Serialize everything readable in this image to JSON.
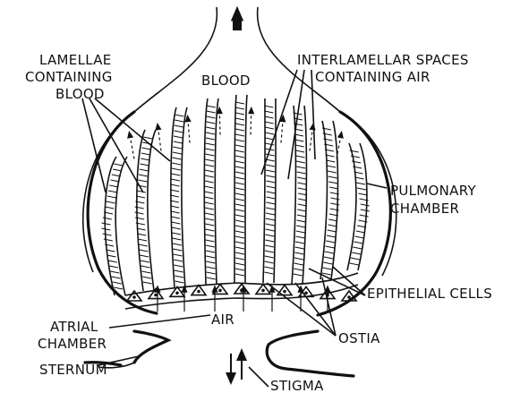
{
  "labels": {
    "lamellae_1": "LAMELLAE",
    "lamellae_2": "CONTAINING",
    "lamellae_3": "BLOOD",
    "blood": "BLOOD",
    "interlamellar_1": "INTERLAMELLAR SPACES",
    "interlamellar_2": "CONTAINING AIR",
    "pulmonary_1": "PULMONARY",
    "pulmonary_2": "CHAMBER",
    "epithelial": "EPITHELIAL CELLS",
    "air": "AIR",
    "atrial_1": "ATRIAL",
    "atrial_2": "CHAMBER",
    "ostia": "OSTIA",
    "sternum": "STERNUM",
    "stigma": "STIGMA"
  }
}
